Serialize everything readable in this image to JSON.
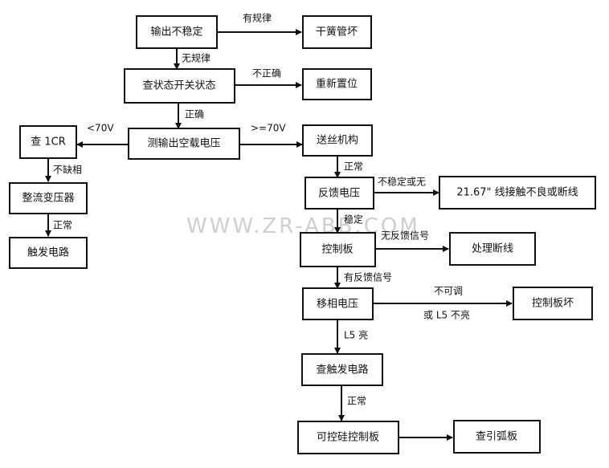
{
  "watermark": "WWW.ZR-ABB.COM",
  "nodes": {
    "output_unstable": "输出不稳定",
    "reed_tube_bad": "干簧管坏",
    "check_switch_state": "查状态开关状态",
    "reset": "重新置位",
    "measure_noload_voltage": "测输出空载电压",
    "check_1cr": "查 1CR",
    "wire_feed": "送丝机构",
    "rectifier_transformer": "整流变压器",
    "feedback_voltage": "反馈电压",
    "poor_contact": "21.67\" 线接触不良或断线",
    "trigger_circuit_left": "触发电路",
    "control_board": "控制板",
    "handle_break": "处理断线",
    "phase_shift_voltage": "移相电压",
    "control_board_bad": "控制板坏",
    "check_trigger_circuit": "查触发电路",
    "scr_control_board": "可控硅控制板",
    "check_arc_board": "查引弧板"
  },
  "edge_labels": {
    "regular": "有规律",
    "irregular": "无规律",
    "incorrect": "不正确",
    "correct": "正确",
    "lt70": "<70V",
    "ge70": ">=70V",
    "no_phase_loss": "不缺相",
    "normal_1": "正常",
    "normal_2": "正常",
    "unstable_or_none": "不稳定或无",
    "stable": "稳定",
    "no_feedback": "无反馈信号",
    "has_feedback": "有反馈信号",
    "not_adjustable": "不可调",
    "or_l5_off": "或 L5 不亮",
    "l5_on": "L5 亮",
    "normal_3": "正常"
  }
}
